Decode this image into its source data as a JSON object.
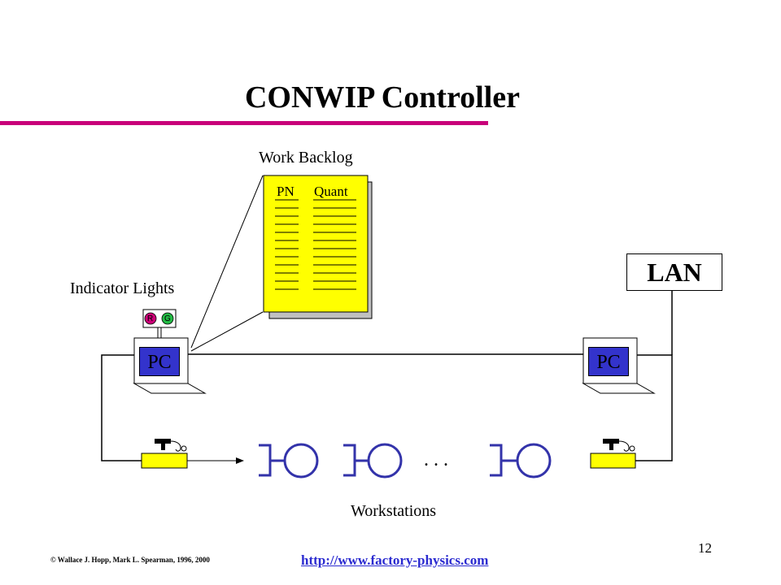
{
  "slide": {
    "title": "CONWIP Controller",
    "page_number": "12",
    "copyright": "© Wallace J. Hopp, Mark L. Spearman, 1996, 2000",
    "url": "http://www.factory-physics.com"
  },
  "labels": {
    "work_backlog": "Work Backlog",
    "indicator_lights": "Indicator Lights",
    "workstations": "Workstations",
    "lan": "LAN"
  },
  "backlog": {
    "columns": [
      "PN",
      "Quant"
    ],
    "blank_rows": 12
  },
  "pcs": [
    {
      "label": "PC"
    },
    {
      "label": "PC"
    }
  ],
  "indicator_lights": [
    {
      "letter": "R",
      "color": "#cc0077"
    },
    {
      "letter": "G",
      "color": "#22bb44"
    }
  ],
  "workstations": {
    "count_shown": 3,
    "ellipsis": ". . ."
  },
  "colors": {
    "accent_rule": "#c8007a",
    "backlog_fill": "#ffff00",
    "pc_fill": "#3333cc",
    "workstation_stroke": "#3333aa",
    "url": "#2b2bd0"
  }
}
